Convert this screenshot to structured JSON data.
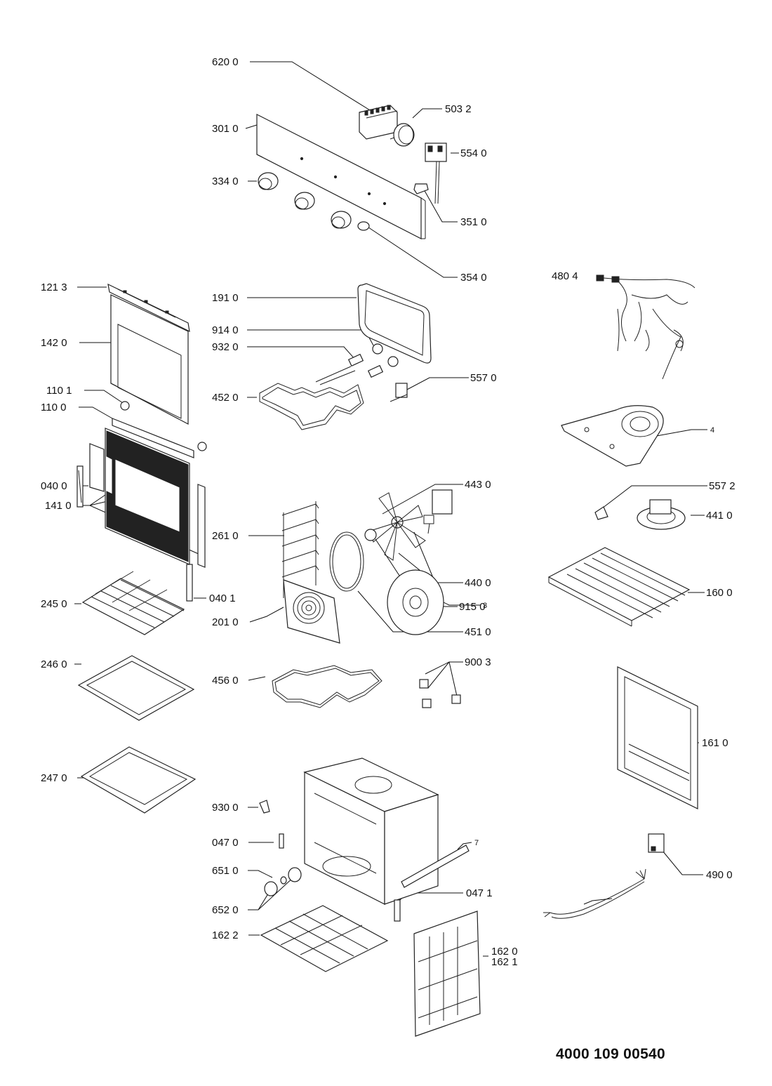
{
  "document_number": "4000 109 00540",
  "callouts": {
    "p6200": "620 0",
    "p5032": "503 2",
    "p3010": "301 0",
    "p5540": "554 0",
    "p3340": "334 0",
    "p3510": "351 0",
    "p3540": "354 0",
    "p4804": "480 4",
    "p1213": "121 3",
    "p1910": "191 0",
    "p1420": "142 0",
    "p9140": "914 0",
    "p9320": "932 0",
    "p5570": "557 0",
    "p4520": "452 0",
    "p1101": "110 1",
    "p1100": "110 0",
    "p4": "4",
    "p4430": "443 0",
    "p0400": "040 0",
    "p5572": "557 2",
    "p1410": "141 0",
    "p4410": "441 0",
    "p2610": "261 0",
    "p4400": "440 0",
    "p1600": "160 0",
    "p0401": "040 1",
    "p2450": "245 0",
    "p9150": "915 0",
    "p2010": "201 0",
    "p4510": "451 0",
    "p9003": "900 3",
    "p2460": "246 0",
    "p4560": "456 0",
    "p3": "3",
    "p1610": "161 0",
    "p2470": "247 0",
    "p9300": "930 0",
    "p0470": "047 0",
    "p7": "7",
    "p4900": "490 0",
    "p6510": "651 0",
    "p0471": "047 1",
    "p6520": "652 0",
    "p1622": "162 2",
    "p1620": "162 0",
    "p1621": "162 1"
  }
}
